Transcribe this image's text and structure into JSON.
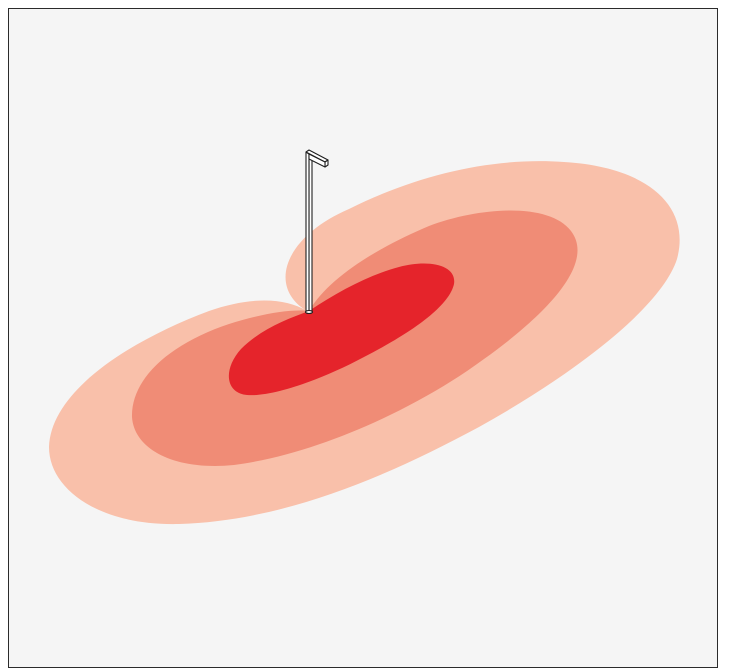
{
  "diagram": {
    "description_visible_text": "",
    "colors": {
      "background": "#f5f5f5",
      "frame_border": "#2b2b2b",
      "outer_zone": "#f9c0aa",
      "middle_zone": "#f08c76",
      "inner_zone": "#e5242b",
      "pole_fill": "#ffffff",
      "pole_stroke": "#1f1f1f"
    },
    "zones": [
      {
        "name": "outer-zone"
      },
      {
        "name": "middle-zone"
      },
      {
        "name": "inner-zone"
      }
    ],
    "light_source": {
      "name": "street-light-pole"
    }
  }
}
